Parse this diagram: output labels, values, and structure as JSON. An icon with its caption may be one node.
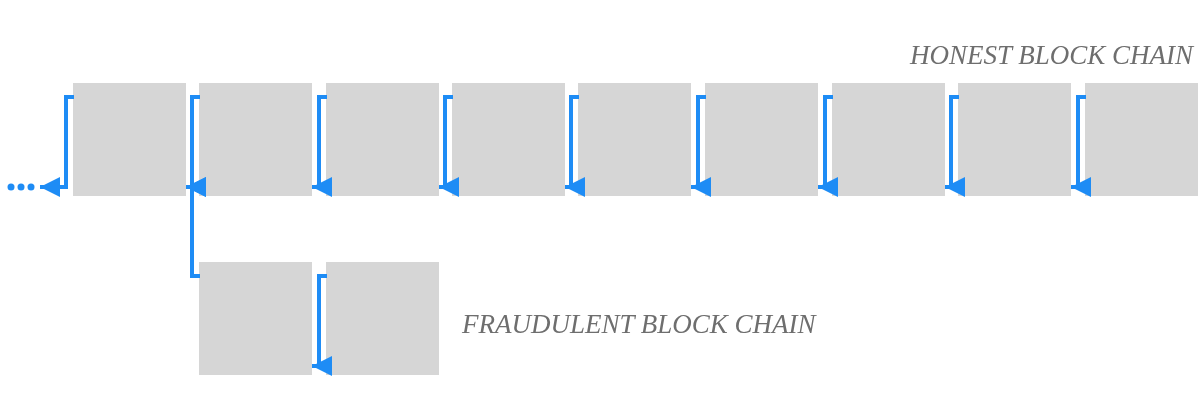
{
  "diagram": {
    "nodes": [
      {
        "text": [],
        "shape": "box"
      },
      {
        "text": [],
        "shape": "box"
      },
      {
        "text": [],
        "shape": "box"
      },
      {
        "text": [],
        "shape": "box"
      },
      {
        "text": [],
        "shape": "box"
      },
      {
        "text": [],
        "shape": "box"
      },
      {
        "text": [],
        "shape": "box"
      },
      {
        "text": [],
        "shape": "box"
      },
      {
        "text": [],
        "shape": "box"
      },
      {
        "text": [],
        "shape": "box"
      },
      {
        "text": [],
        "shape": "box"
      }
    ],
    "edges": [
      {
        "from": 0,
        "to": null,
        "arrow": "to"
      },
      {
        "from": 1,
        "to": 0,
        "arrow": "to"
      },
      {
        "from": 2,
        "to": 1,
        "arrow": "to"
      },
      {
        "from": 3,
        "to": 2,
        "arrow": "to"
      },
      {
        "from": 4,
        "to": 3,
        "arrow": "to"
      },
      {
        "from": 5,
        "to": 4,
        "arrow": "to"
      },
      {
        "from": 6,
        "to": 5,
        "arrow": "to"
      },
      {
        "from": 7,
        "to": 6,
        "arrow": "to"
      },
      {
        "from": 8,
        "to": 7,
        "arrow": "to"
      },
      {
        "from": 9,
        "to": 0,
        "arrow": "to"
      },
      {
        "from": 10,
        "to": 9,
        "arrow": "to"
      }
    ],
    "labels": [
      "HONEST BLOCK CHAIN",
      "FRAUDULENT BLOCK CHAIN"
    ]
  }
}
